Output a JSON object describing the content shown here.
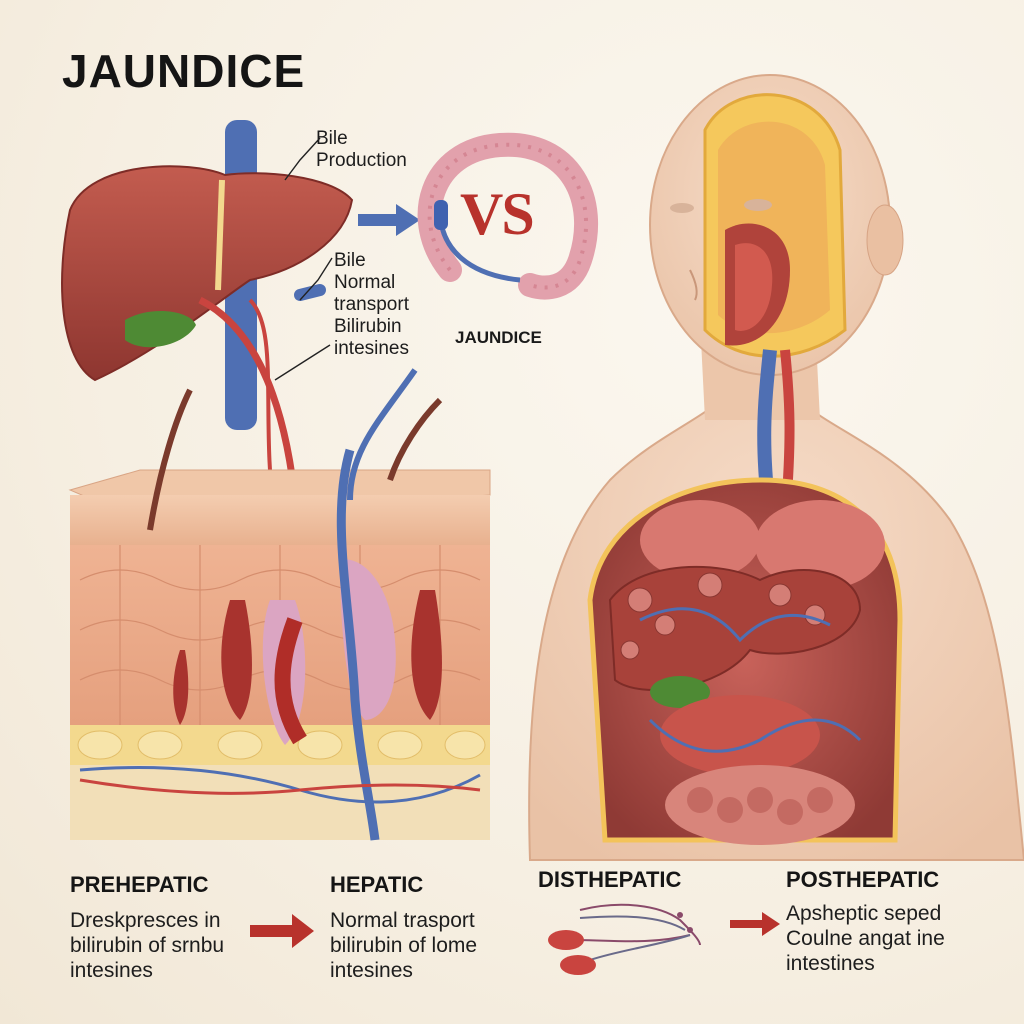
{
  "title": "JAUNDICE",
  "liver_labels": {
    "bile_production": [
      "Bile",
      "Production"
    ],
    "bile_transport": [
      "Bile",
      "Normal",
      "transport",
      "Bilirubin",
      "intesines"
    ]
  },
  "vs_badge": {
    "text": "VS",
    "caption": "JAUNDICE"
  },
  "stages": [
    {
      "heading": "PREHEPATIC",
      "lines": [
        "Dreskpresces in",
        "bilirubin of srnbu",
        "intesines"
      ]
    },
    {
      "heading": "HEPATIC",
      "lines": [
        "Normal trasport",
        "bilirubin of lome",
        "intesines"
      ]
    },
    {
      "heading": "DISTHEPATIC",
      "lines": []
    },
    {
      "heading": "POSTHEPATIC",
      "lines": [
        "Apsheptic seped",
        "Coulne angat ine",
        "intestines"
      ]
    }
  ],
  "colors": {
    "liver": "#a8423a",
    "vein": "#4f6fb3",
    "artery": "#c9443f",
    "gallbladder": "#4e8a34",
    "skin": "#e9b795",
    "fat": "#f3d98e",
    "arrow": "#b8322c"
  },
  "icons": [
    "arrow-right-icon"
  ]
}
